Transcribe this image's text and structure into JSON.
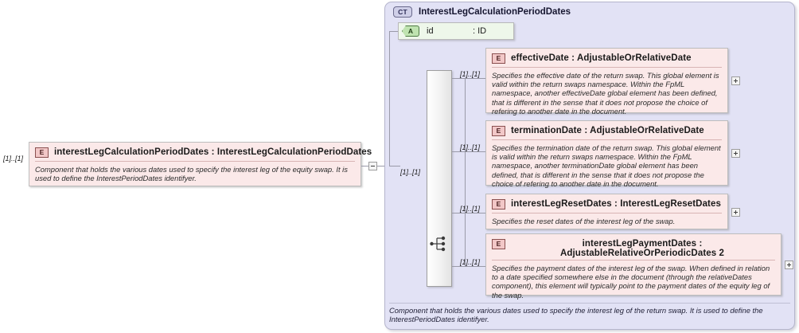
{
  "diagram": {
    "kind": "xsd-schema-element-diagram",
    "root_cardinality": "[1]..[1]"
  },
  "root_element": {
    "badge": "E",
    "name": "interestLegCalculationPeriodDates",
    "separator": ":",
    "type": "InterestLegCalculationPeriodDates",
    "title": "interestLegCalculationPeriodDates : InterestLegCalculationPeriodDates",
    "documentation": "Component that holds the various dates used to specify the interest leg of the equity swap. It is used to define the InterestPeriodDates identifyer.",
    "cardinality": "[1]..[1]",
    "collapse_toggle": "minus"
  },
  "complex_type": {
    "badge": "CT",
    "name": "InterestLegCalculationPeriodDates",
    "documentation": "Component that holds the various dates used to specify the interest leg of the return swap. It is used to define the InterestPeriodDates identifyer."
  },
  "attribute": {
    "badge": "A",
    "name": "id",
    "type": ": ID"
  },
  "compositor": {
    "kind": "sequence-icon",
    "cardinality": "[1]..[1]"
  },
  "children": [
    {
      "badge": "E",
      "name": "effectiveDate",
      "type": "AdjustableOrRelativeDate",
      "title": "effectiveDate : AdjustableOrRelativeDate",
      "documentation": "Specifies the effective date of the return swap. This global element is valid within the return swaps namespace. Within the FpML namespace, another effectiveDate global element has been defined, that is different in the sense that it does not propose the choice of refering to another date in the document.",
      "cardinality": "[1]..[1]",
      "expand_toggle": "plus"
    },
    {
      "badge": "E",
      "name": "terminationDate",
      "type": "AdjustableOrRelativeDate",
      "title": "terminationDate : AdjustableOrRelativeDate",
      "documentation": "Specifies the termination date of the return swap. This global element is valid within the return swaps namespace. Within the FpML namespace, another terminationDate global element has been defined, that is different in the sense that it does not propose the choice of refering to another date in the document.",
      "cardinality": "[1]..[1]",
      "expand_toggle": "plus"
    },
    {
      "badge": "E",
      "name": "interestLegResetDates",
      "type": "InterestLegResetDates",
      "title": "interestLegResetDates : InterestLegResetDates",
      "documentation": "Specifies the reset dates of the interest leg of the swap.",
      "cardinality": "[1]..[1]",
      "expand_toggle": "plus"
    },
    {
      "badge": "E",
      "name": "interestLegPaymentDates",
      "type": "AdjustableRelativeOrPeriodicDates2",
      "title": "interestLegPaymentDates : AdjustableRelativeOrPeriodicDates 2",
      "documentation": "Specifies the payment dates of the interest leg of the swap. When defined in relation to a date specified somewhere else in the document (through the relativeDates component), this element will typically point to the payment dates of the equity leg of the swap.",
      "cardinality": "[1]..[1]",
      "expand_toggle": "plus"
    }
  ],
  "colors": {
    "element_fill": "#fbe9e9",
    "element_badge": "#f2c7c7",
    "complextype_fill": "#e2e2f5",
    "complextype_badge": "#cfcfe8",
    "attribute_fill": "#eef7ea",
    "attribute_badge": "#bfe3b0",
    "sequence_fill": "#f2f2f2",
    "line": "#9a9aa8"
  }
}
